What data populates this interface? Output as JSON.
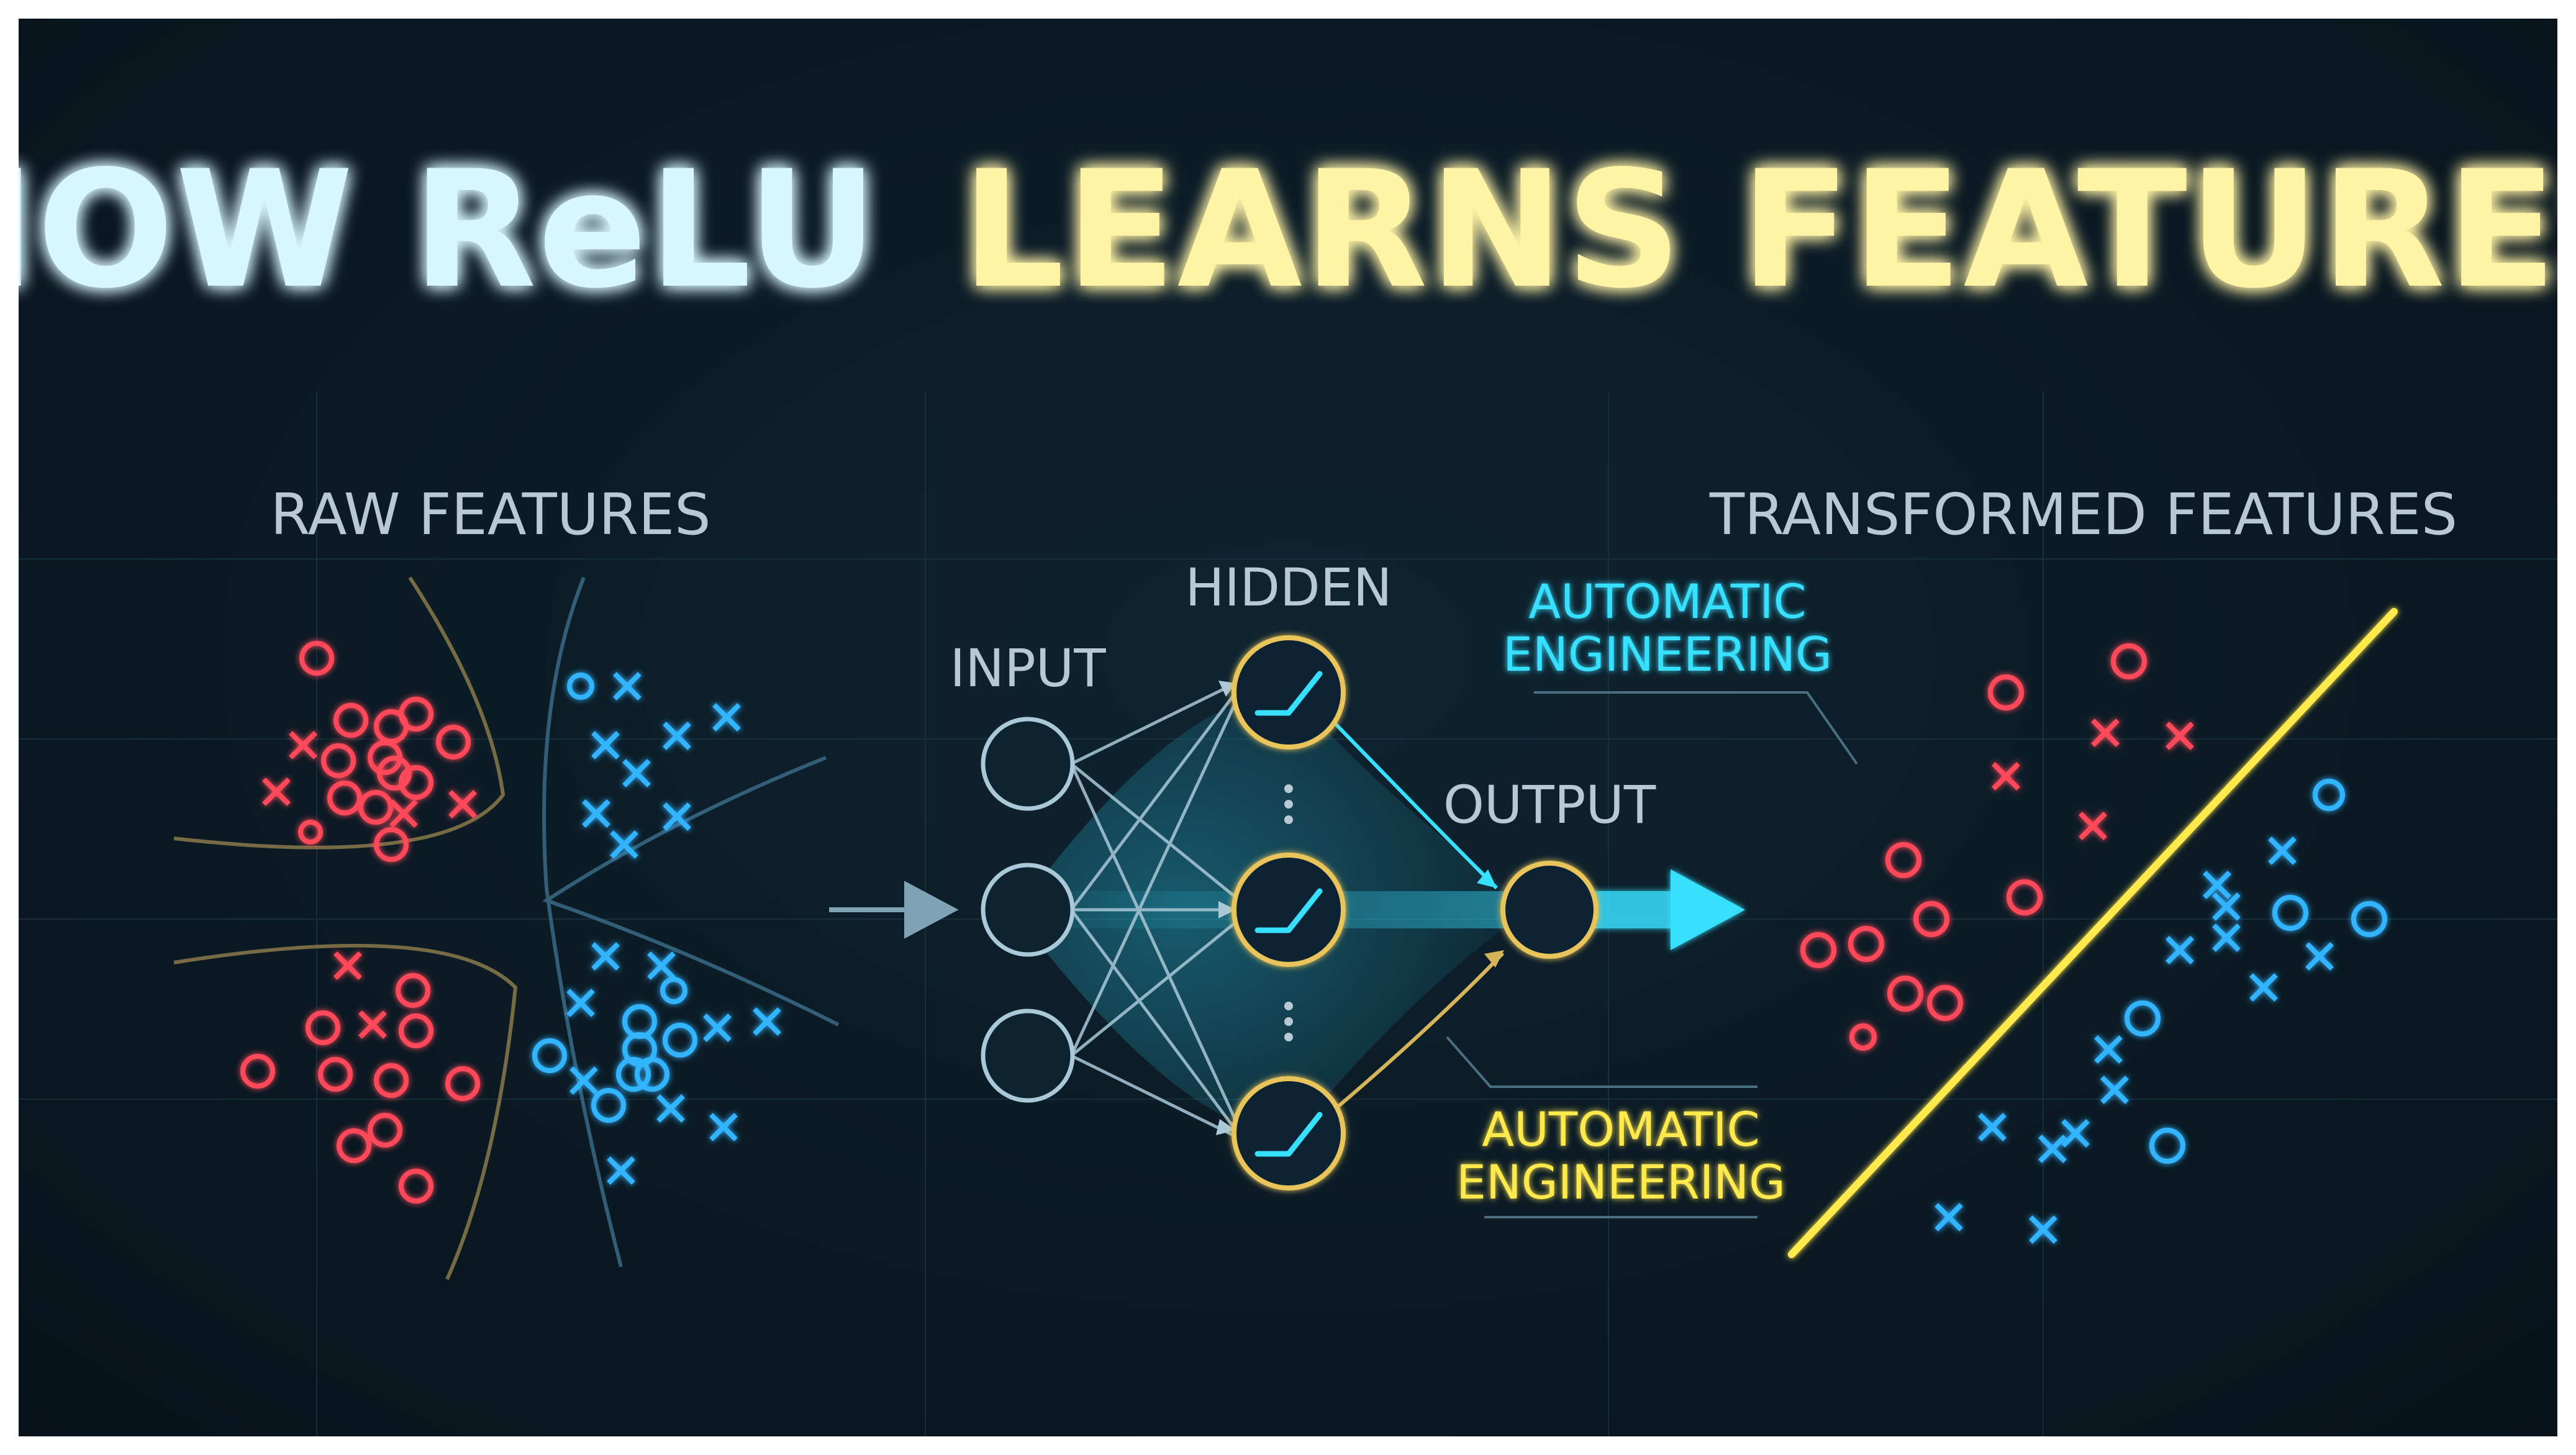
{
  "title": {
    "part1": "HOW ReLU",
    "part2": "LEARNS FEATURES"
  },
  "labels": {
    "raw": "RAW FEATURES",
    "transformed": "TRANSFORMED FEATURES",
    "input": "INPUT",
    "hidden": "HIDDEN",
    "output": "OUTPUT",
    "auto_top": [
      "AUTOMATIC",
      "ENGINEERING"
    ],
    "auto_bottom": [
      "AUTOMATIC",
      "ENGINEERING"
    ]
  },
  "colors": {
    "background": "#0b1a24",
    "title_cyan": "#d8f6ff",
    "title_yellow": "#fff3a6",
    "red_class": "#ff4a5a",
    "blue_class": "#32b4ff",
    "cyan_accent": "#37e0ff",
    "gold": "#e8c45a",
    "label_gray": "#b9c9d4",
    "decision_line": "#ffe94d"
  },
  "icons": {
    "hidden_node": "relu-activation-icon",
    "arrow": "arrow-right-icon"
  }
}
